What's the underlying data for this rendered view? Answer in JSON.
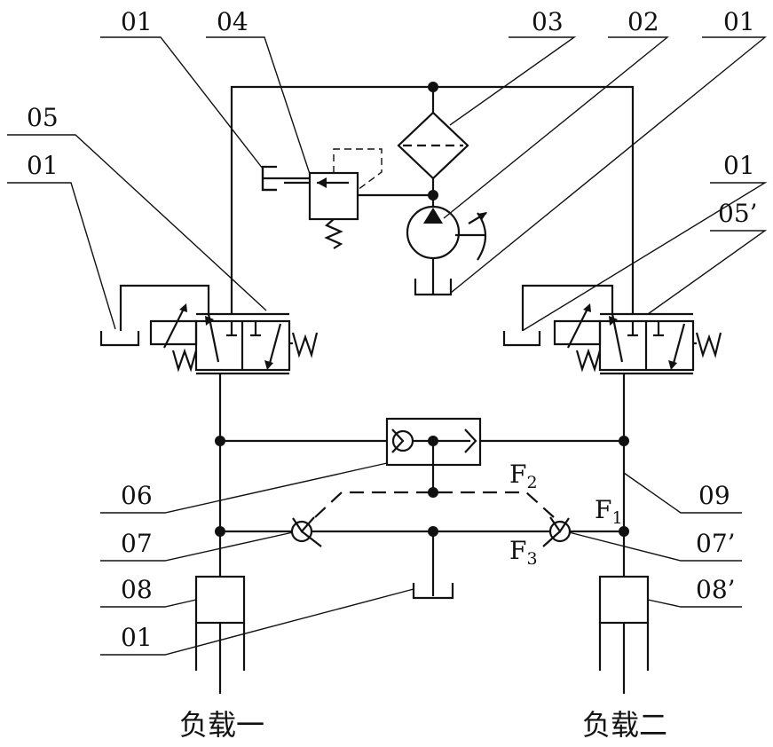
{
  "labels": {
    "lbl_01_top": "01",
    "lbl_04": "04",
    "lbl_03": "03",
    "lbl_02": "02",
    "lbl_01_topright": "01",
    "lbl_05": "05",
    "lbl_01_left": "01",
    "lbl_01_right": "01",
    "lbl_05p": "05’",
    "lbl_06": "06",
    "lbl_07": "07",
    "lbl_08": "08",
    "lbl_01_bottom": "01",
    "lbl_09": "09",
    "lbl_07p": "07’",
    "lbl_08p": "08’",
    "f2_main": "F",
    "f2_sub": "2",
    "f1_main": "F",
    "f1_sub": "1",
    "f3_main": "F",
    "f3_sub": "3"
  },
  "loads": {
    "load1": "负载一",
    "load2": "负载二"
  },
  "components": {
    "filter": "filter-icon",
    "pump": "variable-pump-icon",
    "relief_valve": "relief-valve-icon",
    "directional_valve_left": "directional-valve-icon",
    "directional_valve_right": "directional-valve-icon",
    "shuttle_valve": "shuttle-valve-icon",
    "check_valve_left": "check-valve-icon",
    "check_valve_right": "check-valve-icon",
    "cylinder_left": "hydraulic-cylinder-icon",
    "cylinder_right": "hydraulic-cylinder-icon",
    "tanks": "tank-icon"
  }
}
